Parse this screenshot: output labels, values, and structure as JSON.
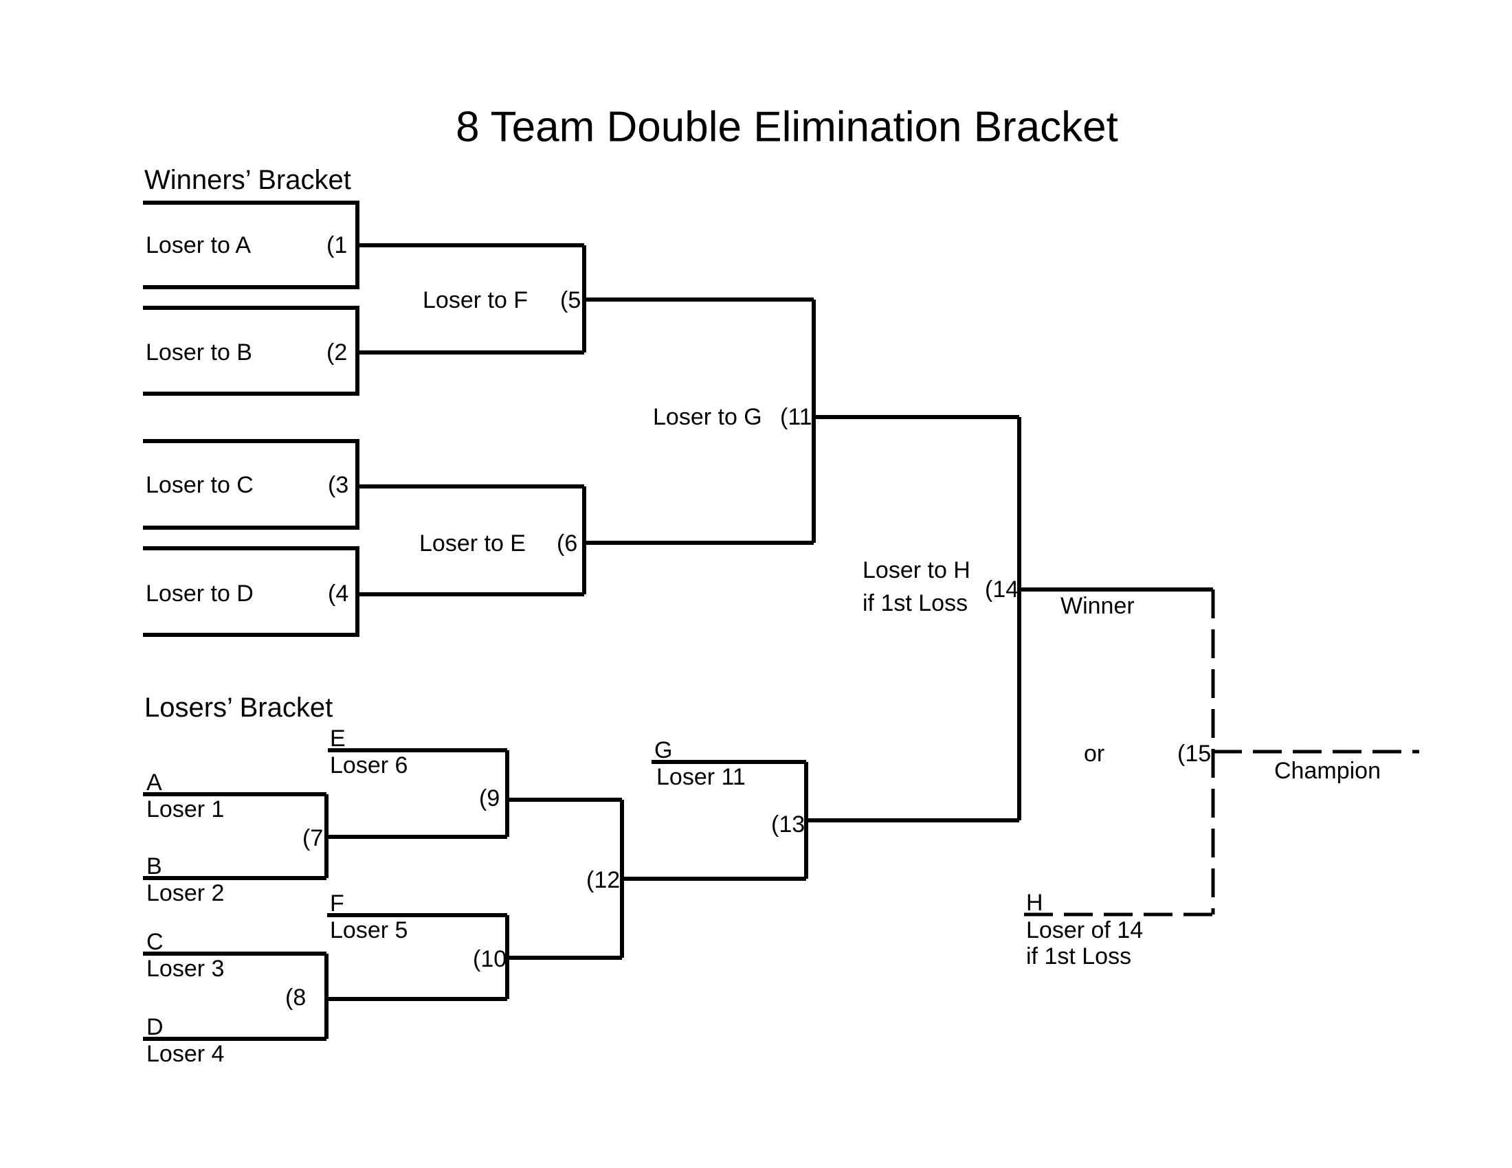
{
  "title": "8 Team Double Elimination Bracket",
  "colors": {
    "line": "#000000",
    "text": "#000000",
    "background": "#ffffff"
  },
  "winners": {
    "header": "Winners’ Bracket",
    "matches": {
      "m1": {
        "label": "Loser to A",
        "num": "(1"
      },
      "m2": {
        "label": "Loser to B",
        "num": "(2"
      },
      "m3": {
        "label": "Loser to C",
        "num": "(3"
      },
      "m4": {
        "label": "Loser to D",
        "num": "(4"
      },
      "m5": {
        "label": "Loser to F",
        "num": "(5"
      },
      "m6": {
        "label": "Loser to E",
        "num": "(6"
      },
      "m11": {
        "label": "Loser to G",
        "num": "(11"
      },
      "m14": {
        "label_line1": "Loser to H",
        "label_line2": "if 1st Loss",
        "num": "(14"
      }
    },
    "winner_label": "Winner"
  },
  "losers": {
    "header": "Losers’ Bracket",
    "slots": {
      "a": {
        "letter": "A",
        "team": "Loser 1"
      },
      "b": {
        "letter": "B",
        "team": "Loser 2"
      },
      "c": {
        "letter": "C",
        "team": "Loser 3"
      },
      "d": {
        "letter": "D",
        "team": "Loser 4"
      },
      "e": {
        "letter": "E",
        "team": "Loser 6"
      },
      "f": {
        "letter": "F",
        "team": "Loser 5"
      },
      "g": {
        "letter": "G",
        "team": "Loser 11"
      }
    },
    "match_nums": {
      "m7": "(7",
      "m8": "(8",
      "m9": "(9",
      "m10": "(10",
      "m12": "(12",
      "m13": "(13"
    }
  },
  "final": {
    "or_label": "or",
    "num": "(15",
    "champion_label": "Champion",
    "h_slot": {
      "letter": "H",
      "line1": "Loser of 14",
      "line2": "if 1st Loss"
    }
  }
}
